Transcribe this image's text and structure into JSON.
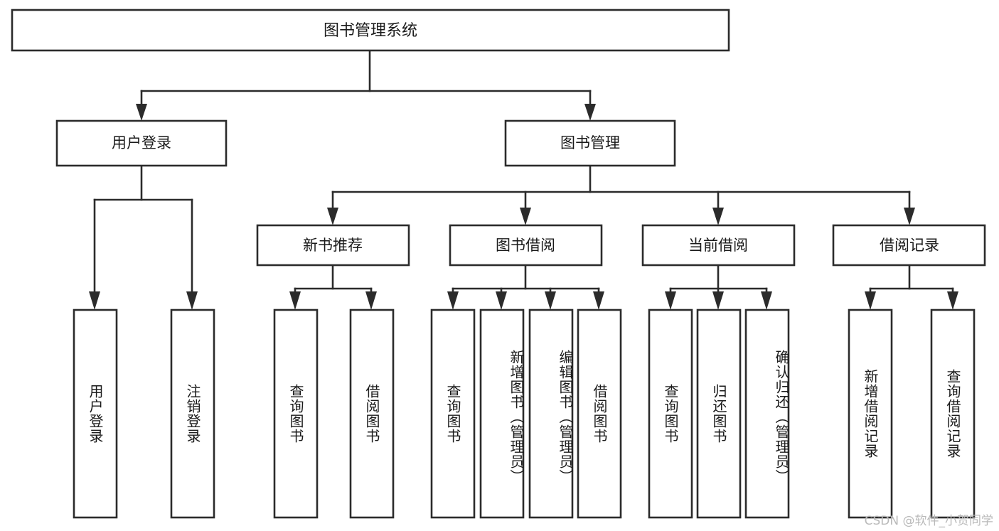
{
  "diagram": {
    "type": "tree-hierarchy-chart",
    "title": "图书管理系统",
    "orientation": "top-down",
    "colors": {
      "box_fill": "#ffffff",
      "box_stroke": "#2b2b2b",
      "text": "#1a1a1a",
      "background": "#ffffff",
      "watermark": "#b9b9b9"
    },
    "root": {
      "label": "图书管理系统"
    },
    "level2": [
      {
        "label": "用户登录"
      },
      {
        "label": "图书管理"
      }
    ],
    "level3": [
      {
        "label": "新书推荐"
      },
      {
        "label": "图书借阅"
      },
      {
        "label": "当前借阅"
      },
      {
        "label": "借阅记录"
      }
    ],
    "leaves": {
      "user_login": [
        {
          "label": "用户登录"
        },
        {
          "label": "注销登录"
        }
      ],
      "new_book_recommend": [
        {
          "label": "查询图书"
        },
        {
          "label": "借阅图书"
        }
      ],
      "book_borrow": [
        {
          "label": "查询图书"
        },
        {
          "label": "新增图书（管理员）"
        },
        {
          "label": "编辑图书（管理员）"
        },
        {
          "label": "借阅图书"
        }
      ],
      "current_borrow": [
        {
          "label": "查询图书"
        },
        {
          "label": "归还图书"
        },
        {
          "label": "确认归还（管理员）"
        }
      ],
      "borrow_record": [
        {
          "label": "新增借阅记录"
        },
        {
          "label": "查询借阅记录"
        }
      ]
    },
    "watermark": "CSDN @软件_小贺同学"
  }
}
